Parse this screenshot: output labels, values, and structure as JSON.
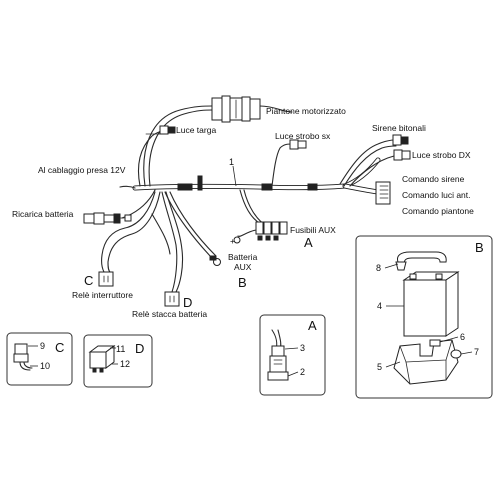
{
  "labels": {
    "piantone_motorizzato": "Piantone motorizzato",
    "luce_targa": "Luce targa",
    "luce_strobo_sx": "Luce strobo sx",
    "sirene_bitonali": "Sirene bitonali",
    "luce_strobo_dx": "Luce strobo DX",
    "al_cablaggio": "Al cablaggio presa 12V",
    "ricarica_batteria": "Ricarica batteria",
    "comando_sirene": "Comando sirene",
    "comando_luci": "Comando luci ant.",
    "comando_piantone": "Comando piantone",
    "fusibili_aux": "Fusibili AUX",
    "batteria_aux_1": "Batteria",
    "batteria_aux_2": "AUX",
    "rele_interruttore": "Relè interruttore",
    "rele_stacca": "Relè stacca batteria"
  },
  "letters": {
    "a_main": "A",
    "b_main": "B",
    "c_main": "C",
    "d_main": "D",
    "b_box": "B",
    "a_box": "A",
    "c_box": "C",
    "d_box": "D"
  },
  "numbers": {
    "n1": "1",
    "n2": "2",
    "n3": "3",
    "n4": "4",
    "n5": "5",
    "n6": "6",
    "n7": "7",
    "n8": "8",
    "n9": "9",
    "n10": "10",
    "n11": "11",
    "n12": "12"
  }
}
